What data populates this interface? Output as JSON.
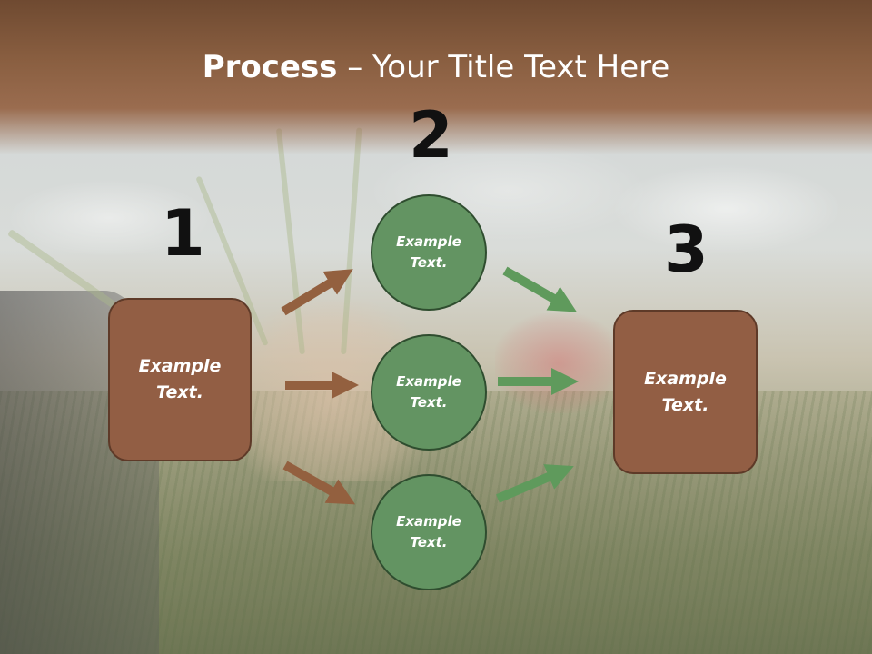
{
  "title": {
    "bold": "Process",
    "rest": " – Your Title Text Here"
  },
  "steps": [
    {
      "number": "1"
    },
    {
      "number": "2"
    },
    {
      "number": "3"
    }
  ],
  "nodes": {
    "left_box": "Example\nText.",
    "right_box": "Example\nText.",
    "circles": [
      "Example\nText.",
      "Example\nText.",
      "Example\nText."
    ]
  },
  "colors": {
    "banner": "#8a5f41",
    "box_fill": "#925e44",
    "circle_fill": "#639462",
    "arrow_brown": "#93603f",
    "arrow_green": "#5f9a5c"
  }
}
